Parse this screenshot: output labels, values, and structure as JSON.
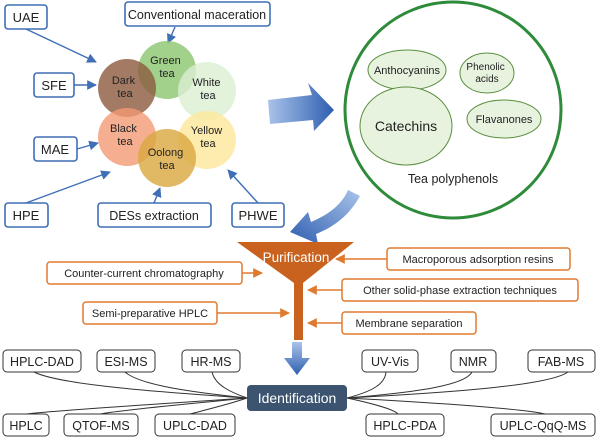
{
  "extraction_methods": {
    "uae": "UAE",
    "conventional": "Conventional maceration",
    "sfe": "SFE",
    "mae": "MAE",
    "hpe": "HPE",
    "dess": "DESs extraction",
    "phwe": "PHWE"
  },
  "tea_types": {
    "green": [
      "Green",
      "tea"
    ],
    "dark": [
      "Dark",
      "tea"
    ],
    "white": [
      "White",
      "tea"
    ],
    "black": [
      "Black",
      "tea"
    ],
    "yellow": [
      "Yellow",
      "tea"
    ],
    "oolong": [
      "Oolong",
      "tea"
    ]
  },
  "polyphenols": {
    "title": "Tea polyphenols",
    "anthocyanins": "Anthocyanins",
    "phenolic_acids": [
      "Phenolic",
      "acids"
    ],
    "catechins": "Catechins",
    "flavanones": "Flavanones"
  },
  "purification": {
    "label": "Purification",
    "macroporous": "Macroporous adsorption resins",
    "counter_current": "Counter-current chromatography",
    "other_spe": "Other solid-phase extraction techniques",
    "semi_prep": "Semi-preparative HPLC",
    "membrane": "Membrane separation"
  },
  "identification": {
    "label": "Identification",
    "hplc_dad": "HPLC-DAD",
    "esi_ms": "ESI-MS",
    "hr_ms": "HR-MS",
    "uv_vis": "UV-Vis",
    "nmr": "NMR",
    "fab_ms": "FAB-MS",
    "hplc": "HPLC",
    "qtof_ms": "QTOF-MS",
    "uplc_dad": "UPLC-DAD",
    "hplc_pda": "HPLC-PDA",
    "uplc_qqq_ms": "UPLC-QqQ-MS"
  },
  "colors": {
    "blue_border": "#3f6fb6",
    "orange_border": "#e07a2e",
    "funnel": "#c8621e",
    "ident_box": "#3c5470",
    "circle_green": "#2e8b3a",
    "ellipse_fill": "#e8f3df"
  }
}
